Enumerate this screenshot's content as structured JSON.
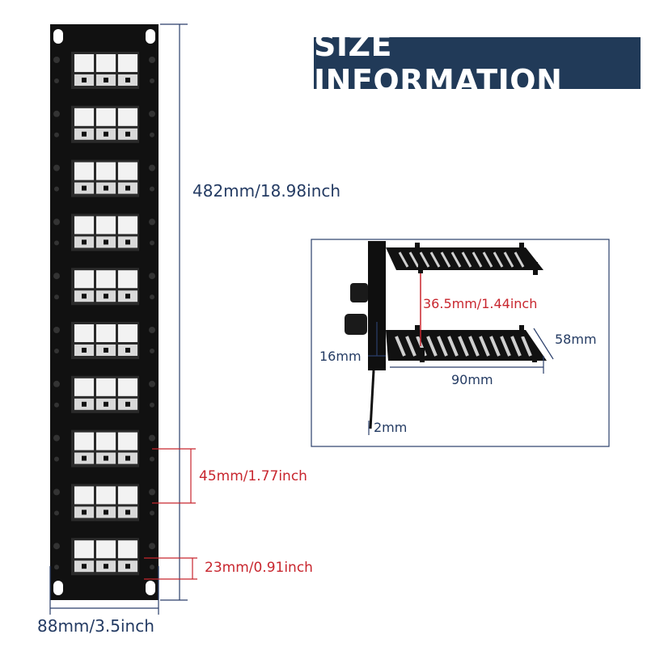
{
  "banner": {
    "title": "SIZE INFORMATION"
  },
  "product": {
    "module_count": 10,
    "keystone_slots_per_module": 3
  },
  "dimensions": {
    "height": "482mm/18.98inch",
    "width": "88mm/3.5inch",
    "module_pitch": "45mm/1.77inch",
    "edge_offset": "23mm/0.91inch"
  },
  "detail": {
    "shelf_gap": "36.5mm/1.44inch",
    "depth": "58mm",
    "length": "90mm",
    "clearance": "16mm",
    "thickness": "2mm"
  },
  "colors": {
    "banner": "#213a58",
    "dimension_line": "#2b3f6b",
    "accent": "#c8262e",
    "panel": "#111111"
  }
}
